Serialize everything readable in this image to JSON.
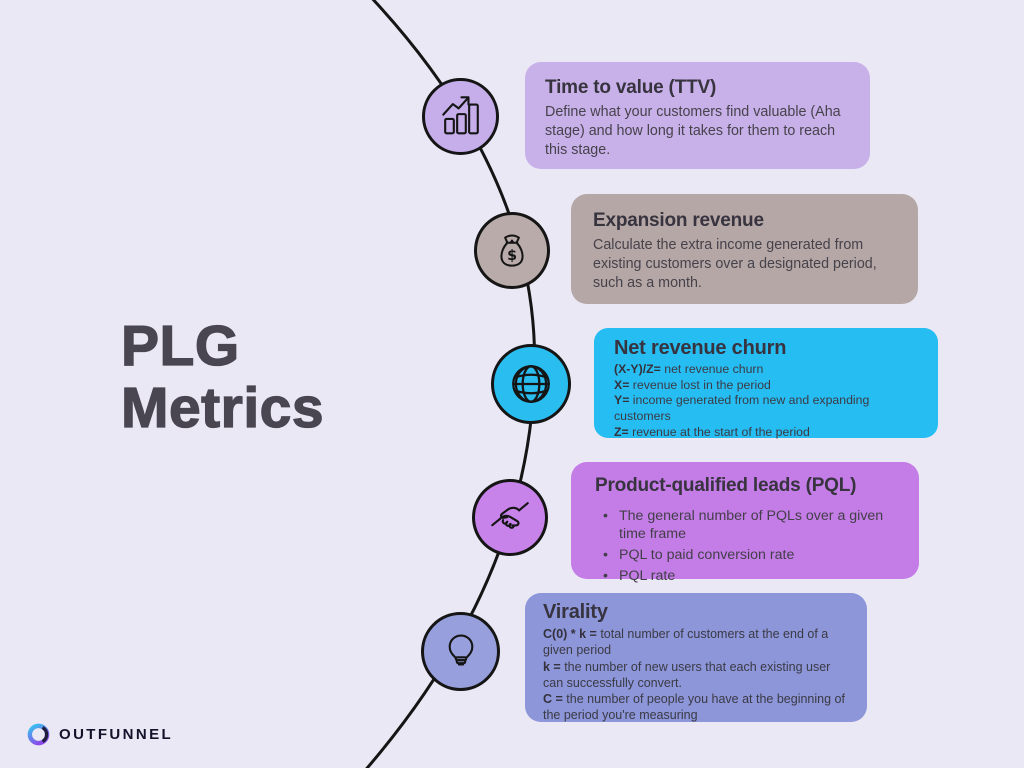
{
  "canvas": {
    "background": "#EAE8F5",
    "line_color": "#151515"
  },
  "title": {
    "text": "PLG\nMetrics",
    "color": "#494551"
  },
  "cards": [
    {
      "id": "time-to-value",
      "heading": "Time to value (TTV)",
      "body": "Define what your customers find valuable (Aha stage) and how long it takes for them to reach this stage.",
      "bg": "#C8B1E9",
      "icon": "bar-chart-growth-icon",
      "icon_bg": "#C5AEEA"
    },
    {
      "id": "expansion-revenue",
      "heading": "Expansion revenue",
      "body": "Calculate the extra income generated from existing customers over a designated period, such as a month.",
      "bg": "#B5A7A6",
      "icon": "money-bag-icon",
      "icon_bg": "#B9ABAA"
    },
    {
      "id": "net-revenue-churn",
      "heading": "Net revenue churn",
      "lines": [
        {
          "lead": "(X-Y)/Z=",
          "rest": " net revenue churn"
        },
        {
          "lead": "X=",
          "rest": " revenue lost in the period"
        },
        {
          "lead": "Y=",
          "rest": " income generated from new and expanding customers"
        },
        {
          "lead": "Z=",
          "rest": " revenue at the start of the period"
        }
      ],
      "bg": "#26BDF2",
      "icon": "globe-icon",
      "icon_bg": "#29BDF0"
    },
    {
      "id": "product-qualified-leads",
      "heading": "Product-qualified leads (PQL)",
      "bullets": [
        "The general number of PQLs over a given time frame",
        "PQL to paid conversion rate",
        "PQL rate"
      ],
      "bg": "#C47CE6",
      "icon": "handshake-icon",
      "icon_bg": "#C783EA"
    },
    {
      "id": "virality",
      "heading": "Virality",
      "lines": [
        {
          "lead": "C(0) * k =",
          "rest": " total number of customers at the end of a given period"
        },
        {
          "lead": "k =",
          "rest": " the number of new users that each existing user can successfully convert."
        },
        {
          "lead": "C =",
          "rest": " the number of people you have at the beginning of the period you're measuring"
        }
      ],
      "bg": "#8C96D8",
      "icon": "lightbulb-icon",
      "icon_bg": "#97A0DC"
    }
  ],
  "footer_logo": {
    "brand": "OUTFUNNEL",
    "text_color": "#14122A",
    "ring_cyan": "#35C7F1",
    "ring_purple": "#8A4BE8",
    "ring_dark": "#201D3B"
  }
}
